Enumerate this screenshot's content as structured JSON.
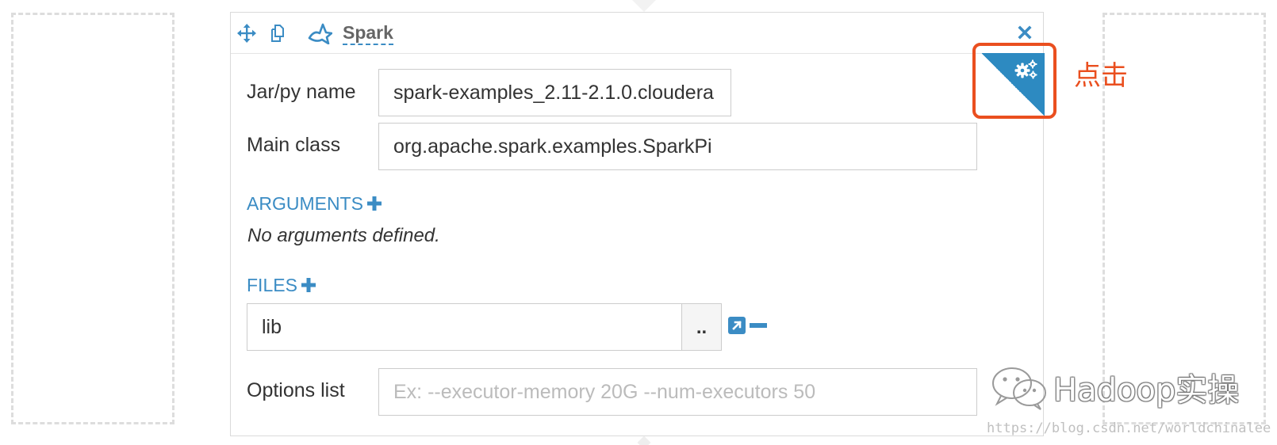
{
  "action": {
    "title": "Spark",
    "icons": {
      "move": "move-arrows-icon",
      "copy": "copy-icon",
      "action_type": "spark-star-icon",
      "close": "close-icon",
      "properties": "gears-icon"
    }
  },
  "fields": {
    "jar_py_name": {
      "label": "Jar/py name",
      "value": "spark-examples_2.11-2.1.0.cloudera"
    },
    "main_class": {
      "label": "Main class",
      "value": "org.apache.spark.examples.SparkPi"
    },
    "options_list": {
      "label": "Options list",
      "value": "",
      "placeholder": "Ex: --executor-memory 20G --num-executors 50"
    }
  },
  "arguments": {
    "heading": "ARGUMENTS",
    "empty_note": "No arguments defined."
  },
  "files": {
    "heading": "FILES",
    "items": [
      {
        "value": "lib",
        "browse_label": ".."
      }
    ]
  },
  "annotation": {
    "label": "点击",
    "color": "#ea4f1f"
  },
  "watermark": {
    "brand": "Hadoop实操",
    "url": "https://blog.csdn.net/worldchinalee"
  },
  "colors": {
    "accent": "#3b8cc4",
    "corner": "#2d8ac1",
    "highlight": "#ea4f1f"
  }
}
